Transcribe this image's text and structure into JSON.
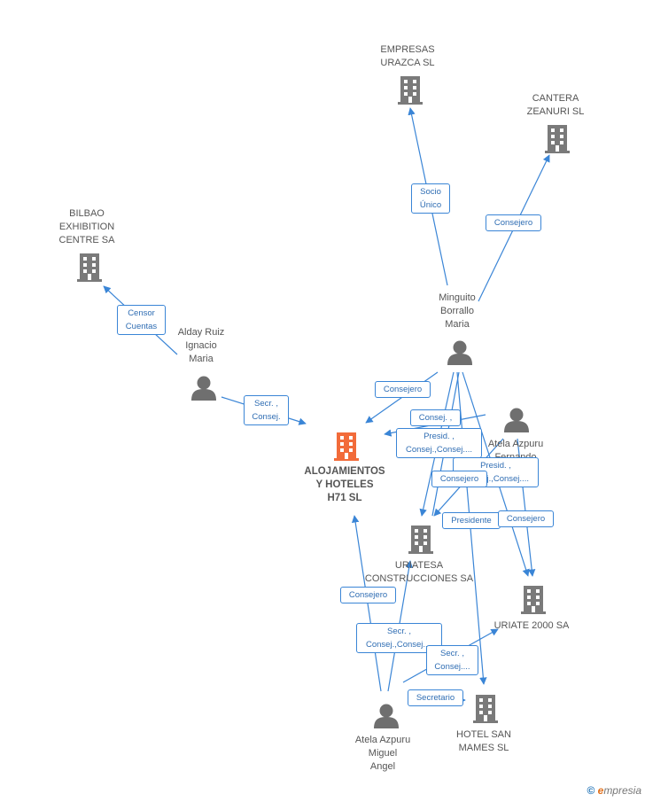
{
  "colors": {
    "edge": "#3a85d6",
    "company": "#7a7a7a",
    "main_company": "#f26b3a",
    "person": "#6f6f6f",
    "label_text": "#2f6db3"
  },
  "nodes": {
    "empresas_urazca": {
      "label": "EMPRESAS\nURAZCA SL",
      "icon": "building-icon"
    },
    "cantera_zeanuri": {
      "label": "CANTERA\nZEANURI SL",
      "icon": "building-icon"
    },
    "bilbao_exhibition": {
      "label": "BILBAO\nEXHIBITION\nCENTRE SA",
      "icon": "building-icon"
    },
    "minguito": {
      "label": "Minguito\nBorrallo\nMaria",
      "icon": "person-icon"
    },
    "alday": {
      "label": "Alday Ruiz\nIgnacio\nMaria",
      "icon": "person-icon"
    },
    "atela_fernando": {
      "label": "Atela Azpuru\nFernando",
      "icon": "person-icon"
    },
    "alojamientos": {
      "label": "ALOJAMIENTOS\nY HOTELES\nH71 SL",
      "icon": "building-icon"
    },
    "uriatesa": {
      "label": "URIATESA\nCONSTRUCCIONES SA",
      "icon": "building-icon"
    },
    "uriate2000": {
      "label": "URIATE 2000 SA",
      "icon": "building-icon"
    },
    "hotel_san_mames": {
      "label": "HOTEL SAN\nMAMES  SL",
      "icon": "building-icon"
    },
    "atela_miguel": {
      "label": "Atela Azpuru\nMiguel\nAngel",
      "icon": "person-icon"
    }
  },
  "edge_labels": {
    "socio_unico": "Socio\nÚnico",
    "consejero_cantera": "Consejero",
    "censor_cuentas": "Censor\nCuentas",
    "secr_consej_alday": "Secr. ,\nConsej.",
    "consejero_minguito_aloj": "Consejero",
    "consej_fernando": "Consej. ,",
    "presid_consej": "Presid. ,\nConsej.,Consej....",
    "presid_consej_2": "Presid. ,\nConsej.,Consej....",
    "consejero_uriatesa": "Consejero",
    "presidente": "Presidente",
    "consejero_uriate2000": "Consejero",
    "consejero_miguel_aloj": "Consejero",
    "secr_consej_miguel": "Secr. ,\nConsej.,Consej....",
    "secr_consej_uriate": "Secr. ,\nConsej....",
    "secretario": "Secretario"
  },
  "credit": {
    "symbol": "©",
    "brand_initial": "e",
    "brand_rest": "mpresia"
  }
}
